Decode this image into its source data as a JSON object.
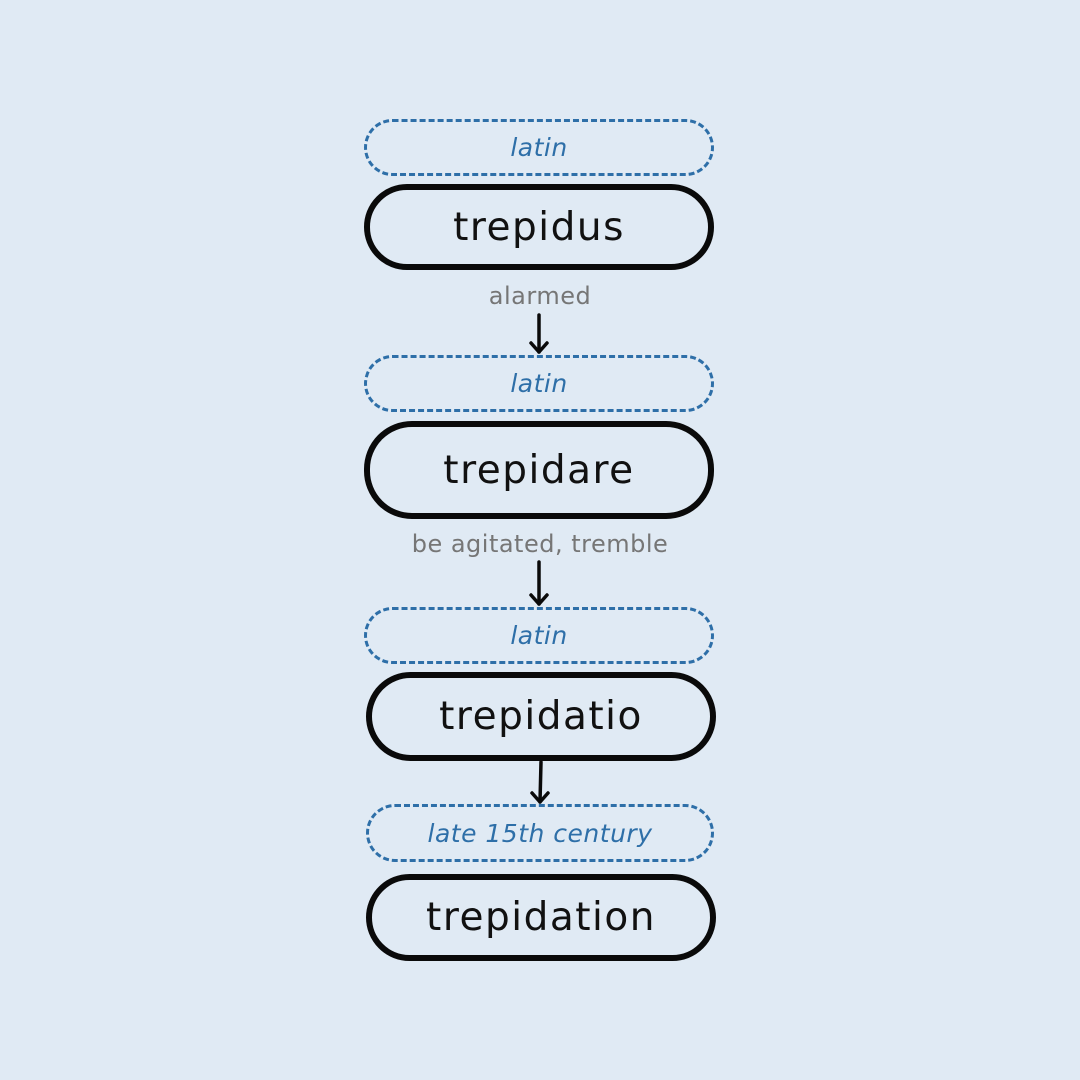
{
  "etymology": [
    {
      "language": "latin",
      "word": "trepidus",
      "meaning": "alarmed"
    },
    {
      "language": "latin",
      "word": "trepidare",
      "meaning": "be agitated, tremble"
    },
    {
      "language": "latin",
      "word": "trepidatio",
      "meaning": ""
    },
    {
      "language": "late 15th century",
      "word": "trepidation",
      "meaning": ""
    }
  ],
  "colors": {
    "background": "#e0eaf4",
    "tag_border": "#2e6fa8",
    "word_border": "#0a0a0a",
    "meaning_text": "#767676"
  }
}
